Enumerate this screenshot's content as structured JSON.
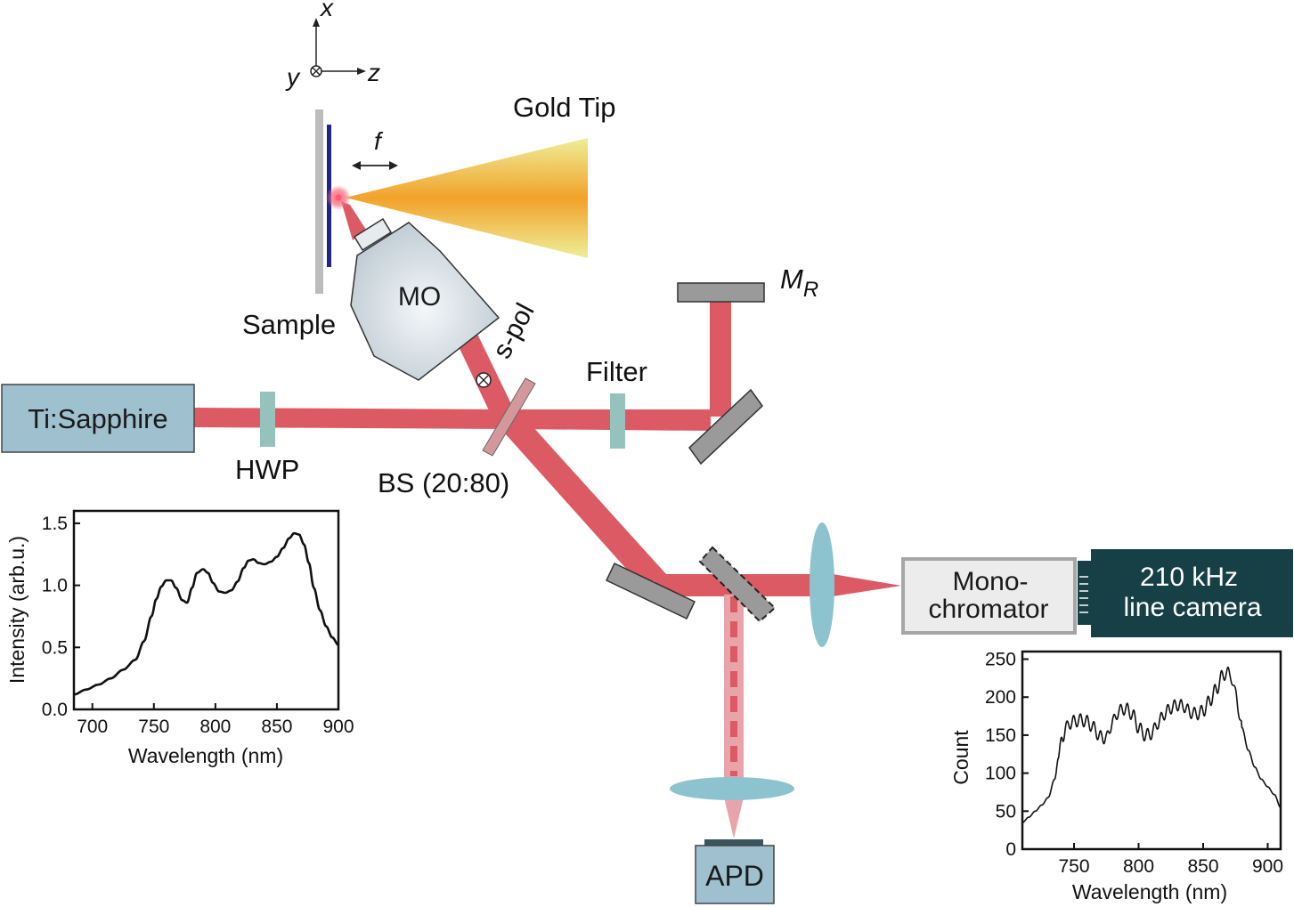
{
  "labels": {
    "axis_x": "x",
    "axis_y": "y",
    "axis_z": "z",
    "focal": "f",
    "gold_tip": "Gold Tip",
    "sample": "Sample",
    "objective": "MO",
    "mirror_r": "M",
    "mirror_r_sub": "R",
    "polarization": "s-pol",
    "laser": "Ti:Sapphire",
    "hwp": "HWP",
    "beamsplitter": "BS (20:80)",
    "filter": "Filter",
    "monochromator_line1": "Mono-",
    "monochromator_line2": "chromator",
    "camera_line1": "210 kHz",
    "camera_line2": "line camera",
    "detector": "APD"
  },
  "colors": {
    "beam": "#dc5a64",
    "beam_weak": "#e8a4aa",
    "mirror": "#9a9a9a",
    "laser_box": "#9fc0cf",
    "camera_box": "#163f46",
    "lens": "#8dc3cf",
    "tip_center": "#f2a22a",
    "tip_edge": "#eeee98",
    "sample_film": "#23238c"
  },
  "chart_data": [
    {
      "type": "line",
      "xlabel": "Wavelength (nm)",
      "ylabel": "Intensity (arb.u.)",
      "xlim": [
        685,
        900
      ],
      "ylim": [
        0,
        1.6
      ],
      "xticks": [
        "700",
        "750",
        "800",
        "850",
        "900"
      ],
      "yticks": [
        "0.0",
        "0.5",
        "1.0",
        "1.5"
      ],
      "grid": false,
      "series": [
        {
          "x": [
            685,
            695,
            705,
            715,
            725,
            735,
            742,
            748,
            752,
            756,
            760,
            764,
            768,
            773,
            777,
            781,
            785,
            790,
            794,
            798,
            803,
            808,
            813,
            818,
            823,
            827,
            831,
            835,
            840,
            845,
            850,
            855,
            860,
            864,
            868,
            872,
            876,
            880,
            885,
            890,
            895,
            900
          ],
          "y": [
            0.12,
            0.16,
            0.2,
            0.25,
            0.32,
            0.4,
            0.55,
            0.75,
            0.89,
            0.99,
            1.04,
            1.04,
            0.98,
            0.88,
            0.86,
            0.98,
            1.1,
            1.13,
            1.1,
            1.02,
            0.95,
            0.94,
            0.96,
            1.03,
            1.14,
            1.2,
            1.21,
            1.18,
            1.17,
            1.19,
            1.23,
            1.3,
            1.38,
            1.42,
            1.41,
            1.33,
            1.18,
            0.98,
            0.8,
            0.67,
            0.58,
            0.52
          ]
        }
      ]
    },
    {
      "type": "line",
      "xlabel": "Wavelength (nm)",
      "ylabel": "Count",
      "xlim": [
        710,
        910
      ],
      "ylim": [
        0,
        260
      ],
      "xticks": [
        "750",
        "800",
        "850",
        "900"
      ],
      "yticks": [
        "0",
        "50",
        "100",
        "150",
        "200",
        "250"
      ],
      "grid": false,
      "series": [
        {
          "x": [
            710,
            715,
            720,
            725,
            730,
            735,
            738,
            741,
            744,
            747,
            750,
            755,
            760,
            765,
            770,
            775,
            780,
            785,
            790,
            795,
            800,
            805,
            810,
            815,
            820,
            825,
            830,
            835,
            840,
            845,
            850,
            855,
            860,
            865,
            868,
            871,
            875,
            880,
            885,
            890,
            895,
            900,
            905,
            910
          ],
          "y": [
            35,
            42,
            50,
            58,
            68,
            92,
            120,
            148,
            160,
            166,
            168,
            170,
            168,
            160,
            148,
            146,
            168,
            182,
            185,
            178,
            160,
            150,
            152,
            166,
            178,
            186,
            190,
            188,
            180,
            178,
            182,
            195,
            210,
            228,
            232,
            230,
            205,
            160,
            130,
            108,
            92,
            82,
            72,
            55
          ]
        }
      ]
    }
  ]
}
